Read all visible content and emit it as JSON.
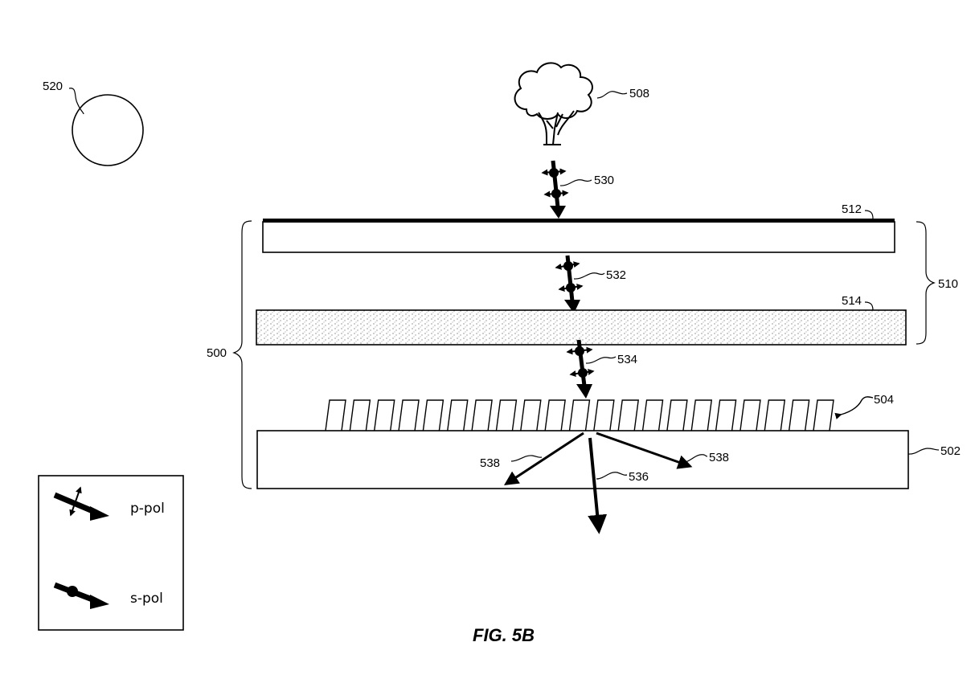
{
  "figure": {
    "caption": "FIG. 5B",
    "labels": {
      "light_source": "520",
      "object": "508",
      "incident_light": "530",
      "polarizer": "512",
      "outer_layer_stack": "510",
      "retarder_layer": "514",
      "light_after_polarizer": "532",
      "light_after_retarder": "534",
      "grating": "504",
      "waveguide": "502",
      "assembly": "500",
      "diffracted_light": "538",
      "transmitted_light": "536"
    },
    "legend": {
      "items": [
        {
          "icon": "p-polarization-arrow-icon",
          "label": "p-pol"
        },
        {
          "icon": "s-polarization-arrow-icon",
          "label": "s-pol"
        }
      ]
    },
    "grating_ridge_count": 21
  }
}
